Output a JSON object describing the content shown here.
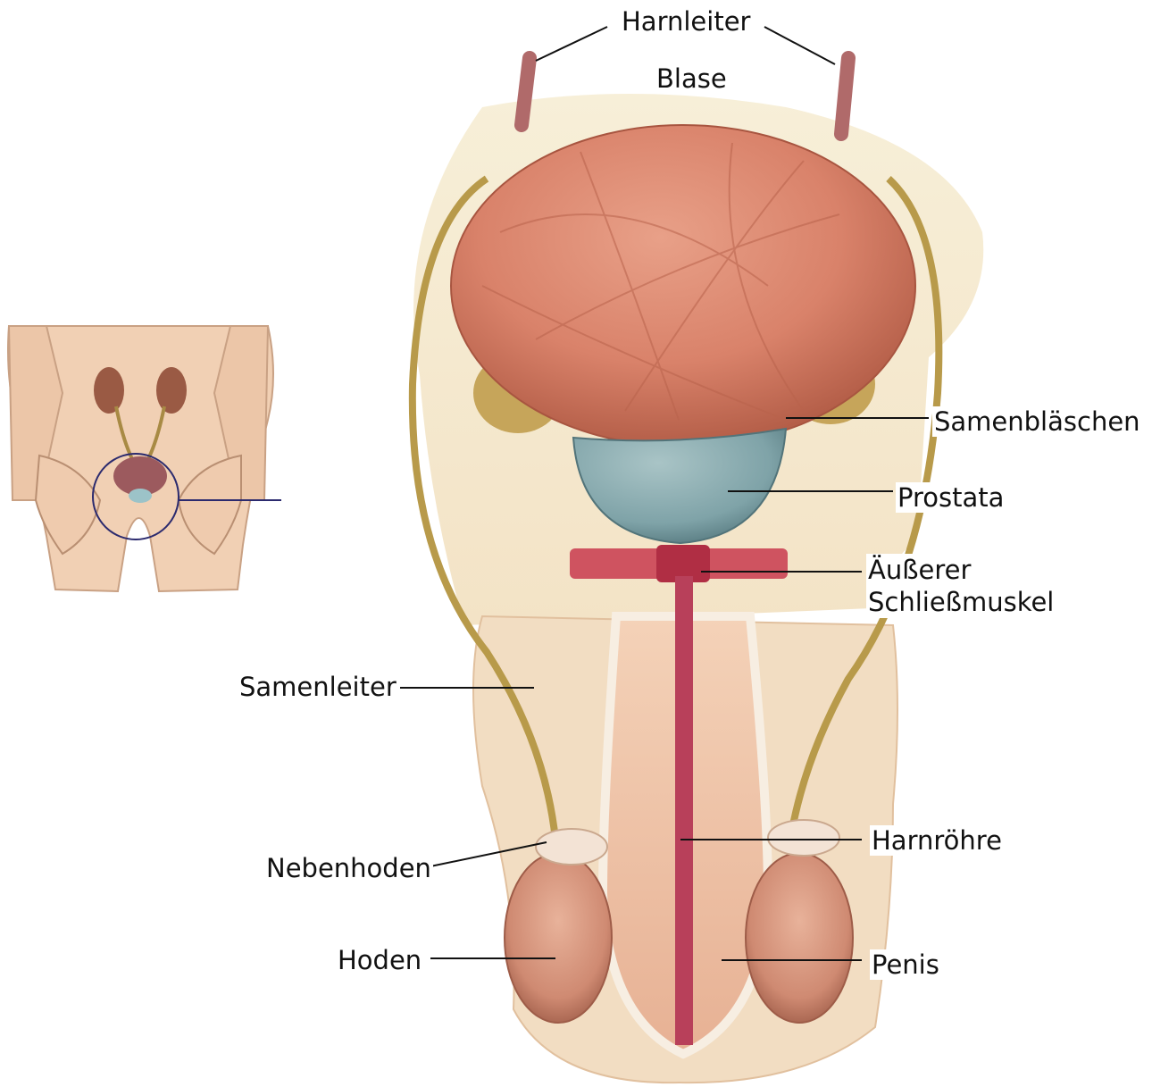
{
  "figure": {
    "labels": {
      "harnleiter": "Harnleiter",
      "blase": "Blase",
      "samenblaeschen": "Samenbläschen",
      "prostata": "Prostata",
      "schliessmuskel_line1": "Äußerer",
      "schliessmuskel_line2": "Schließmuskel",
      "samenleiter": "Samenleiter",
      "harnroehre": "Harnröhre",
      "nebenhoden": "Nebenhoden",
      "hoden": "Hoden",
      "penis": "Penis"
    },
    "colors": {
      "bladder": "#d9826a",
      "prostate": "#7fa3a8",
      "sphincter": "#c83a4e",
      "duct": "#b89a4a",
      "skin": "#f3dcc0",
      "background_wash": "#f5ecd2",
      "urethra": "#b8405a",
      "circle_outline": "#2b2a6e"
    }
  }
}
